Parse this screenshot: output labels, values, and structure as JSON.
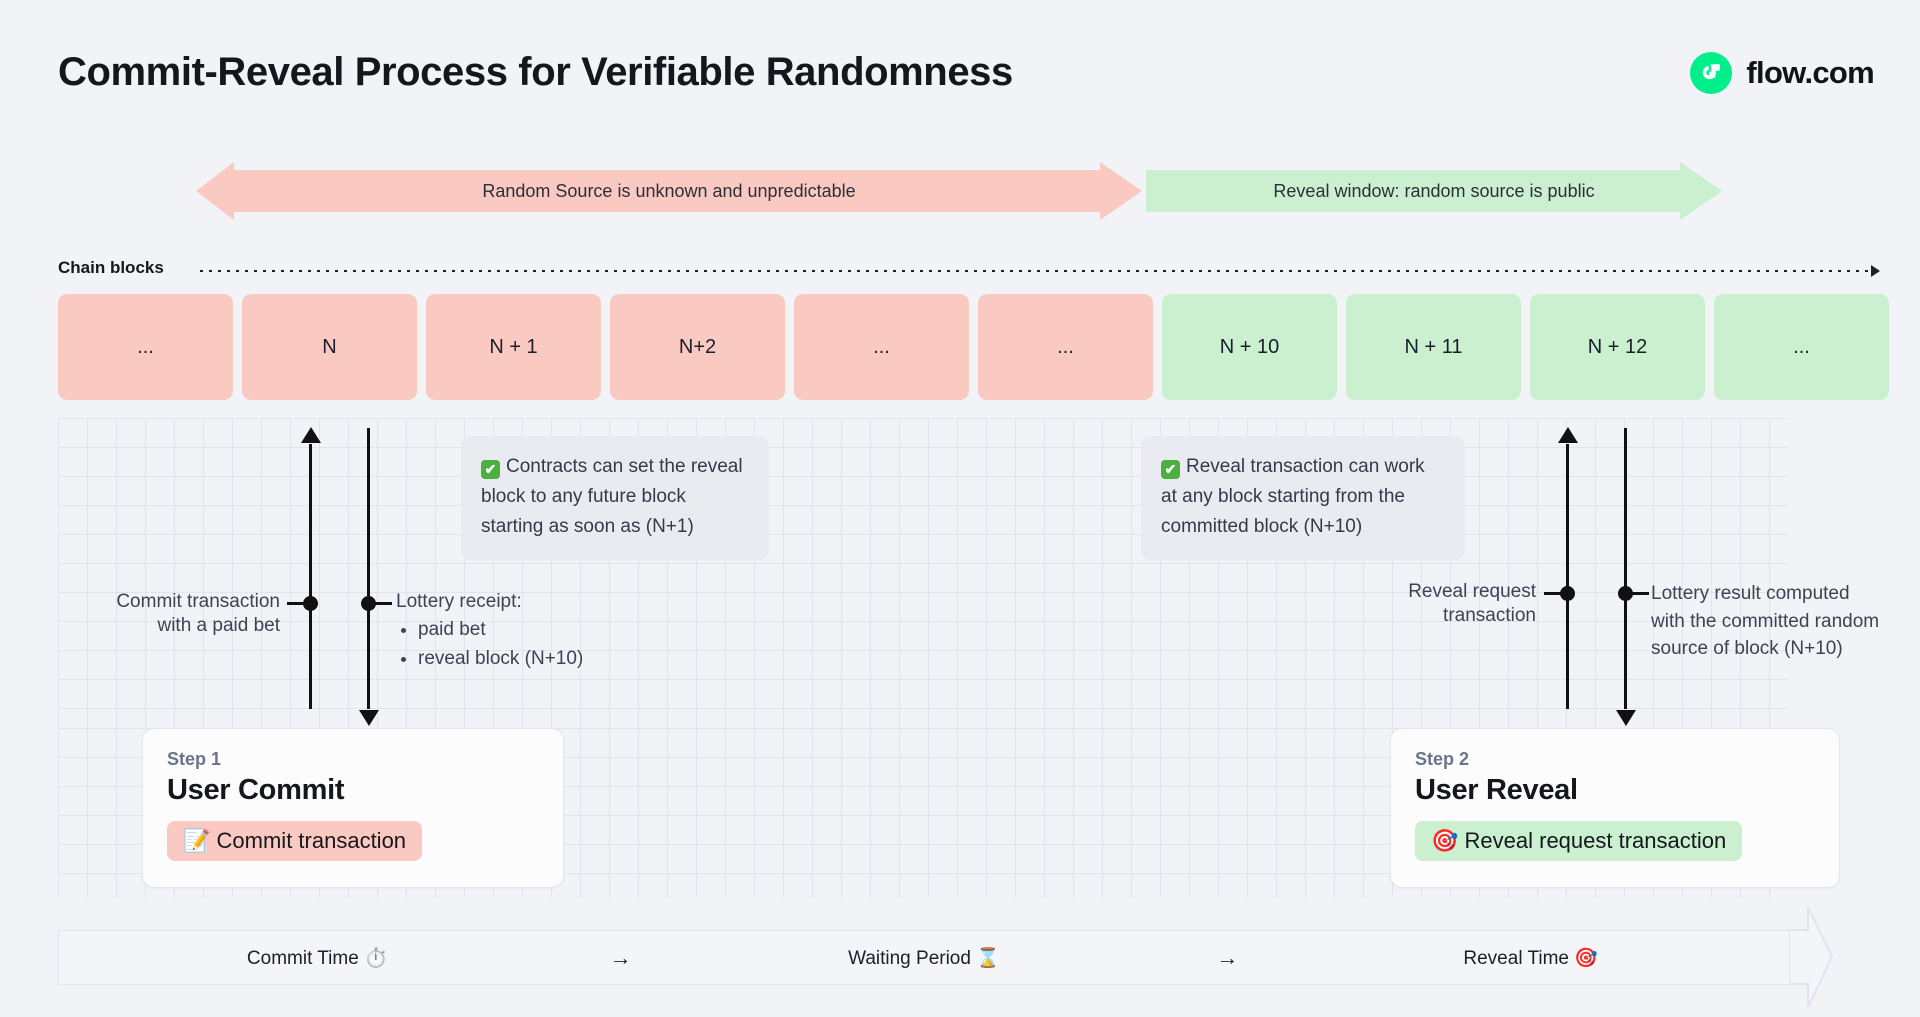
{
  "page": {
    "title": "Commit-Reveal Process for Verifiable Randomness",
    "background_color": "#f1f3f7"
  },
  "brand": {
    "name": "flow.com",
    "logo_icon": "flow-logo-icon",
    "logo_color": "#00ef8b"
  },
  "phases": {
    "unknown": {
      "label": "Random Source is unknown and unpredictable",
      "color": "#fac9c2"
    },
    "reveal": {
      "label": "Reveal window: random source is public",
      "color": "#caf0d0"
    }
  },
  "chain": {
    "label": "Chain blocks",
    "blocks": [
      {
        "label": "...",
        "state": "unknown",
        "color": "#fac9c2"
      },
      {
        "label": "N",
        "state": "unknown",
        "color": "#fac9c2"
      },
      {
        "label": "N + 1",
        "state": "unknown",
        "color": "#fac9c2"
      },
      {
        "label": "N+2",
        "state": "unknown",
        "color": "#fac9c2"
      },
      {
        "label": "...",
        "state": "unknown",
        "color": "#fac9c2"
      },
      {
        "label": "...",
        "state": "unknown",
        "color": "#fac9c2"
      },
      {
        "label": "N + 10",
        "state": "revealed",
        "color": "#caf0d0"
      },
      {
        "label": "N + 11",
        "state": "revealed",
        "color": "#caf0d0"
      },
      {
        "label": "N + 12",
        "state": "revealed",
        "color": "#caf0d0"
      },
      {
        "label": "...",
        "state": "revealed",
        "color": "#caf0d0"
      }
    ]
  },
  "notes": {
    "left": {
      "icon": "check-mark-icon",
      "icon_glyph": "✔",
      "text": "Contracts can set the reveal block to any future block starting as soon as (N+1)"
    },
    "right": {
      "icon": "check-mark-icon",
      "icon_glyph": "✔",
      "text": "Reveal transaction can work at any block starting from the committed block (N+10)"
    }
  },
  "timeline_labels": {
    "commit_tx": "Commit transaction\nwith a paid bet",
    "commit_tx_line1": "Commit transaction",
    "commit_tx_line2": "with a paid bet",
    "lottery_receipt_title": "Lottery receipt:",
    "lottery_receipt_items": [
      "paid bet",
      "reveal block (N+10)"
    ],
    "reveal_request_line1": "Reveal request",
    "reveal_request_line2": "transaction",
    "lottery_result": "Lottery result computed with the committed random source of block (N+10)"
  },
  "steps": [
    {
      "step_label": "Step 1",
      "title": "User Commit",
      "pill_label": "Commit transaction",
      "pill_icon": "memo-pencil-icon",
      "pill_glyph": "📝",
      "pill_color": "#fac9c2"
    },
    {
      "step_label": "Step 2",
      "title": "User Reveal",
      "pill_label": "Reveal request transaction",
      "pill_icon": "dart-target-icon",
      "pill_glyph": "🎯",
      "pill_color": "#caf0d0"
    }
  ],
  "footer": {
    "segments": [
      {
        "label": "Commit Time",
        "icon": "stopwatch-icon",
        "glyph": "⏱️"
      },
      {
        "label": "Waiting Period",
        "icon": "hourglass-icon",
        "glyph": "⌛"
      },
      {
        "label": "Reveal Time",
        "icon": "dart-target-icon",
        "glyph": "🎯"
      }
    ],
    "separator_glyph": "→"
  }
}
